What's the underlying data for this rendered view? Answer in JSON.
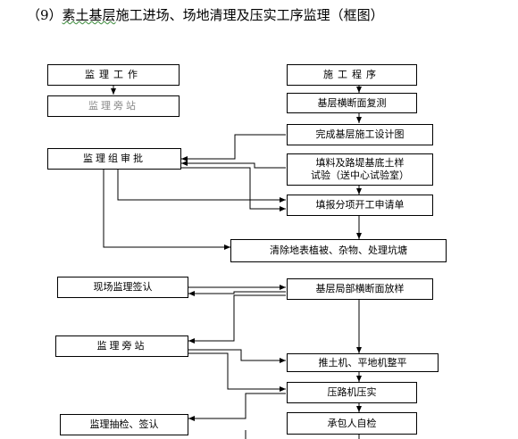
{
  "title": {
    "prefix": "（9）",
    "underlined": "素土基层",
    "rest": "施工进场、场地清理及压实工序监理（框图）"
  },
  "left_boxes": [
    "监理工作",
    "监理旁站",
    "监理组审批",
    "现场监理签认",
    "监理旁站",
    "监理抽检、签认"
  ],
  "right_boxes": [
    "施工程序",
    "基层横断面复测",
    "完成基层施工设计图",
    "填料及路堤基底土样",
    "试验（送中心试验室）",
    "填报分项开工申请单",
    "清除地表植被、杂物、处理坑塘",
    "基层局部横断面放样",
    "推土机、平地机整平",
    "压路机压实",
    "承包人自检"
  ]
}
